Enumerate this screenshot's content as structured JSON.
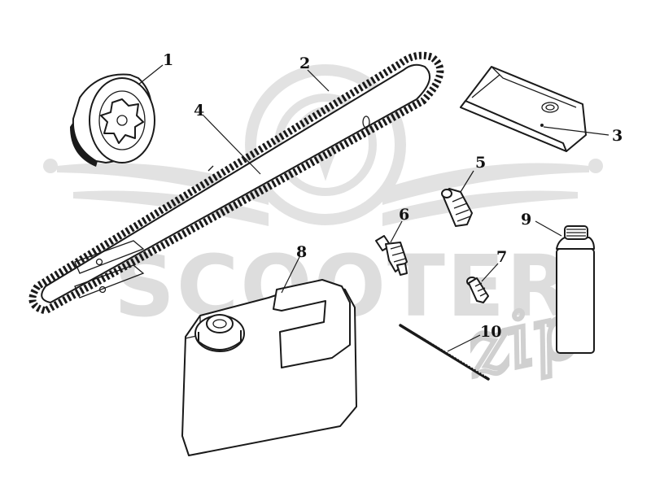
{
  "watermark": {
    "brand": "SCOOTER",
    "script": "zip"
  },
  "callouts": [
    {
      "id": "1",
      "label": "1"
    },
    {
      "id": "2",
      "label": "2"
    },
    {
      "id": "3",
      "label": "3"
    },
    {
      "id": "4",
      "label": "4"
    },
    {
      "id": "5",
      "label": "5"
    },
    {
      "id": "6",
      "label": "6"
    },
    {
      "id": "7",
      "label": "7"
    },
    {
      "id": "8",
      "label": "8"
    },
    {
      "id": "9",
      "label": "9"
    },
    {
      "id": "10",
      "label": "10"
    }
  ],
  "colors": {
    "line": "#1a1a1a",
    "watermark": "#dddddd",
    "background": "#ffffff"
  }
}
